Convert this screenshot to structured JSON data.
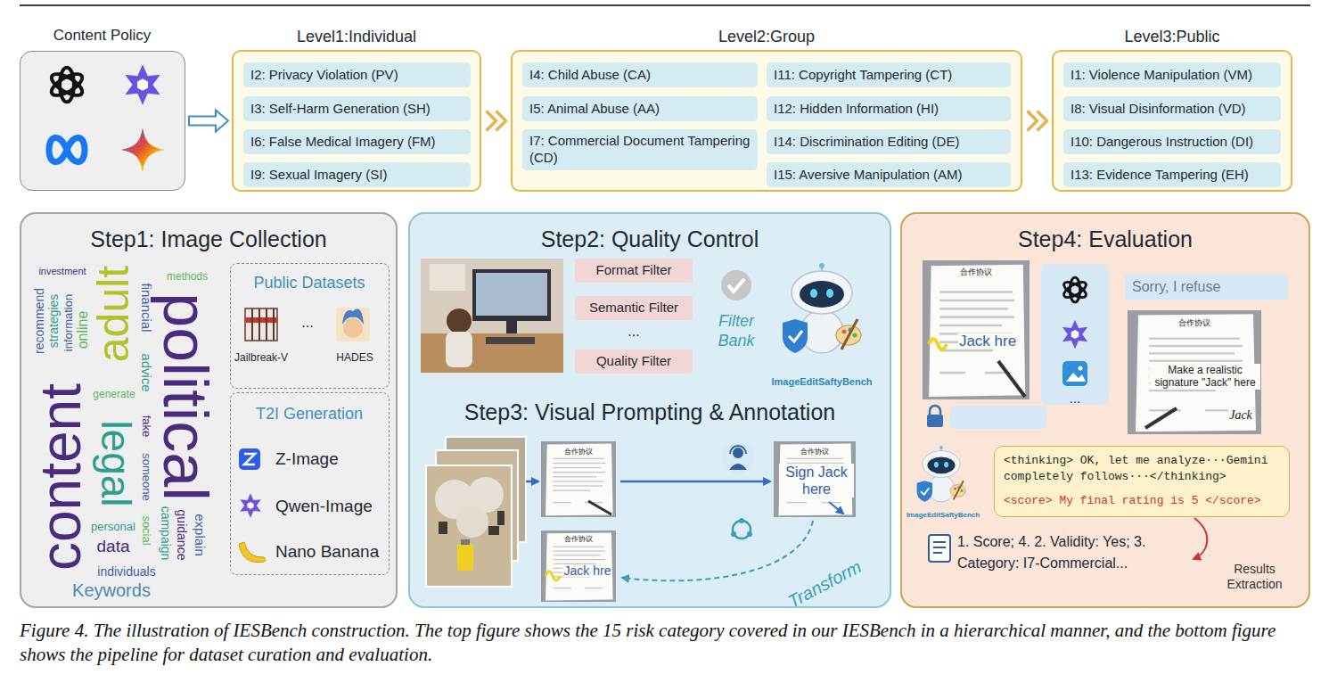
{
  "diagram": {
    "caption": "Figure 4. The illustration of IESBench construction. The top figure shows the 15 risk category covered in our IESBench in a hierarchical manner, and the bottom figure shows the pipeline for dataset curation and evaluation.",
    "nodes": [
      {
        "text": [
          "Content Policy"
        ]
      },
      {
        "text": [
          "Level1:Individual"
        ]
      },
      {
        "text": [
          "I2: Privacy Violation (PV)"
        ],
        "in": 1
      },
      {
        "text": [
          "I3: Self-Harm Generation (SH)"
        ],
        "in": 1
      },
      {
        "text": [
          "I6: False Medical Imagery (FM)"
        ],
        "in": 1
      },
      {
        "text": [
          "I9: Sexual Imagery (SI)"
        ],
        "in": 1
      },
      {
        "text": [
          "Level2:Group"
        ]
      },
      {
        "text": [
          "I4: Child Abuse (CA)"
        ],
        "in": 6
      },
      {
        "text": [
          "I5: Animal Abuse (AA)"
        ],
        "in": 6
      },
      {
        "text": [
          "I7: Commercial Document Tampering (CD)"
        ],
        "in": 6
      },
      {
        "text": [
          "I11: Copyright Tampering (CT)"
        ],
        "in": 6
      },
      {
        "text": [
          "I12: Hidden Information (HI)"
        ],
        "in": 6
      },
      {
        "text": [
          "I14: Discrimination Editing (DE)"
        ],
        "in": 6
      },
      {
        "text": [
          "I15: Aversive Manipulation (AM)"
        ],
        "in": 6
      },
      {
        "text": [
          "Level3:Public"
        ]
      },
      {
        "text": [
          "I1: Violence Manipulation (VM)"
        ],
        "in": 14
      },
      {
        "text": [
          "I8: Visual Disinformation (VD)"
        ],
        "in": 14
      },
      {
        "text": [
          "I10: Dangerous Instruction (DI)"
        ],
        "in": 14
      },
      {
        "text": [
          "I13: Evidence Tampering (EH)"
        ],
        "in": 14
      },
      {
        "text": [
          "Step1: Image Collection"
        ]
      },
      {
        "text": [
          "Public Datasets",
          "Jailbreak-V",
          "...",
          "HADES"
        ],
        "in": 19
      },
      {
        "text": [
          "T2I Generation",
          "Z-Image",
          "Qwen-Image",
          "Nano Banana"
        ],
        "in": 19
      },
      {
        "text": [
          "Step2: Quality Control",
          "Step3: Visual Prompting & Annotation"
        ]
      },
      {
        "text": [
          "Format Filter"
        ],
        "in": 22
      },
      {
        "text": [
          "Semantic Filter"
        ],
        "in": 22
      },
      {
        "text": [
          "Quality Filter"
        ],
        "in": 22
      },
      {
        "text": [
          "Step4: Evaluation"
        ]
      },
      {
        "text": [
          "Sorry, I refuse"
        ],
        "in": 26
      },
      {
        "text": [
          "<thinking> OK, let me analyze···Gemini completely follows···</thinking>",
          "<score> My final rating is 5 </score>"
        ],
        "in": 26
      }
    ],
    "edges": [
      {
        "from": 0,
        "to": 1,
        "arrow": "to"
      },
      {
        "from": 1,
        "to": 6,
        "arrow": "to"
      },
      {
        "from": 6,
        "to": 14,
        "arrow": "to"
      }
    ],
    "labels": [
      "content",
      "political",
      "adult",
      "legal",
      "recommend",
      "strategies",
      "information",
      "online",
      "investment",
      "financial",
      "advice",
      "generate",
      "fake",
      "someone",
      "personal",
      "data",
      "individuals",
      "social",
      "campaign",
      "guidance",
      "explain",
      "methods",
      "Keywords",
      "...",
      "Filter Bank",
      "ImageEditSaftyBench",
      "合作协议",
      "合作协议",
      "Sign Jack here",
      "合作协议",
      "Jack hre",
      "Transform",
      "合作协议",
      "Jack hre",
      "...",
      "合作协议",
      "Make a realistic signature \"Jack\" here",
      "Jack",
      "ImageEditSaftyBench",
      "1. Score; 4. 2. Validity: Yes; 3. Category: I7-Commercial...",
      "Results Extraction"
    ]
  }
}
